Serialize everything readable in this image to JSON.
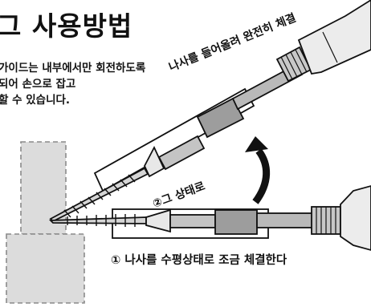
{
  "heading": "그 사용방법",
  "description_lines": [
    "가이드는 내부에서만 회전하도록",
    "되어 손으로 잡고",
    "할 수 있습니다."
  ],
  "captions": {
    "step1": "① 나사를 수평상태로 조금 체결한다",
    "step2_upper": "나사를 들어올려 완전히 체결",
    "step2_lower": "②그 상태로"
  },
  "colors": {
    "ink": "#111111",
    "wood_fill": "#dcdcdc",
    "wood_dash": "#8a8a8a",
    "metal": "#b9b9b9"
  }
}
